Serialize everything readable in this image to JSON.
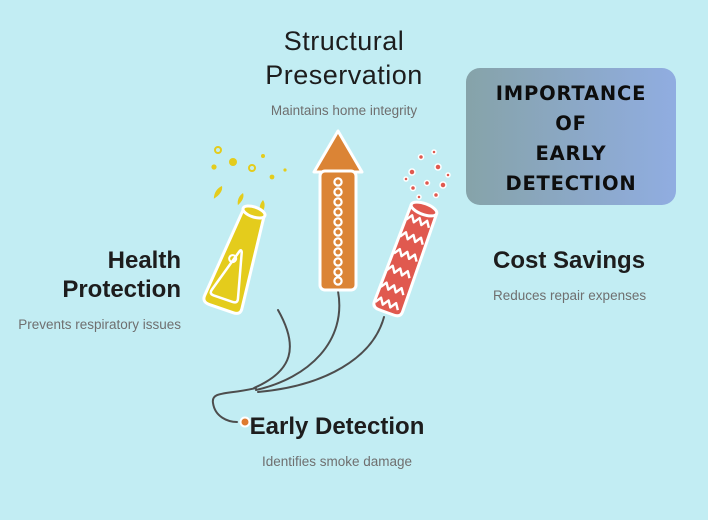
{
  "colors": {
    "background": "#C2EDF3",
    "yellow": "#E4CC1C",
    "orange": "#DB8435",
    "red": "#E0594F",
    "fuse": "#4D4D4D",
    "dot": "#DE7A2F",
    "outline": "#FFFFFF",
    "title-text": "#1D1D1D",
    "subtitle-text": "#6F6F6F",
    "box-gradient-left": "#86A3A9",
    "box-gradient-right": "#90ADE1",
    "box-text": "#0D0D0D"
  },
  "header_box": {
    "lines": [
      "IMPORTANCE",
      "OF",
      "EARLY DETECTION"
    ]
  },
  "items": {
    "structural": {
      "title": "Structural Preservation",
      "subtitle": "Maintains home integrity"
    },
    "health": {
      "title": "Health Protection",
      "subtitle": "Prevents respiratory issues"
    },
    "cost": {
      "title": "Cost Savings",
      "subtitle": "Reduces repair expenses"
    },
    "early": {
      "title": "Early Detection",
      "subtitle": "Identifies smoke damage"
    }
  },
  "icons": {
    "left": "yellow-firecracker-icon",
    "center": "orange-rocket-firework-icon",
    "right": "red-firecracker-icon",
    "connector": "fuse-lines-icon",
    "tip": "fuse-tip-dot-icon"
  }
}
